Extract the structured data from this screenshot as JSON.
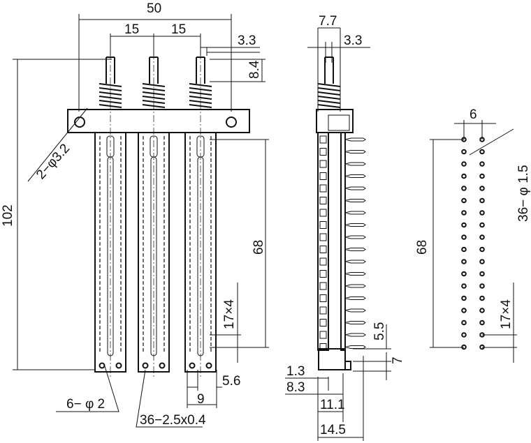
{
  "front_view": {
    "width": "50",
    "pitch_1": "15",
    "pitch_2": "15",
    "offset": "3.3",
    "tip_height": "8.4",
    "mount_holes": "2−φ3.2",
    "total_height": "102",
    "strip_length": "68",
    "pitch_count": "17×4",
    "bottom_holes": "6− φ 2",
    "slots": "36−2.5x0.4",
    "strip_width": "9",
    "hole_spacing": "5.6"
  },
  "side_view": {
    "width": "7.7",
    "offset": "3.3",
    "d1": "1.3",
    "d2": "8.3",
    "d3": "11.1",
    "d4": "14.5",
    "d5": "5.5",
    "d6": "7"
  },
  "pattern_view": {
    "column_spacing": "6",
    "holes": "36− φ 1.5",
    "length": "68",
    "pitch_count": "17×4"
  }
}
